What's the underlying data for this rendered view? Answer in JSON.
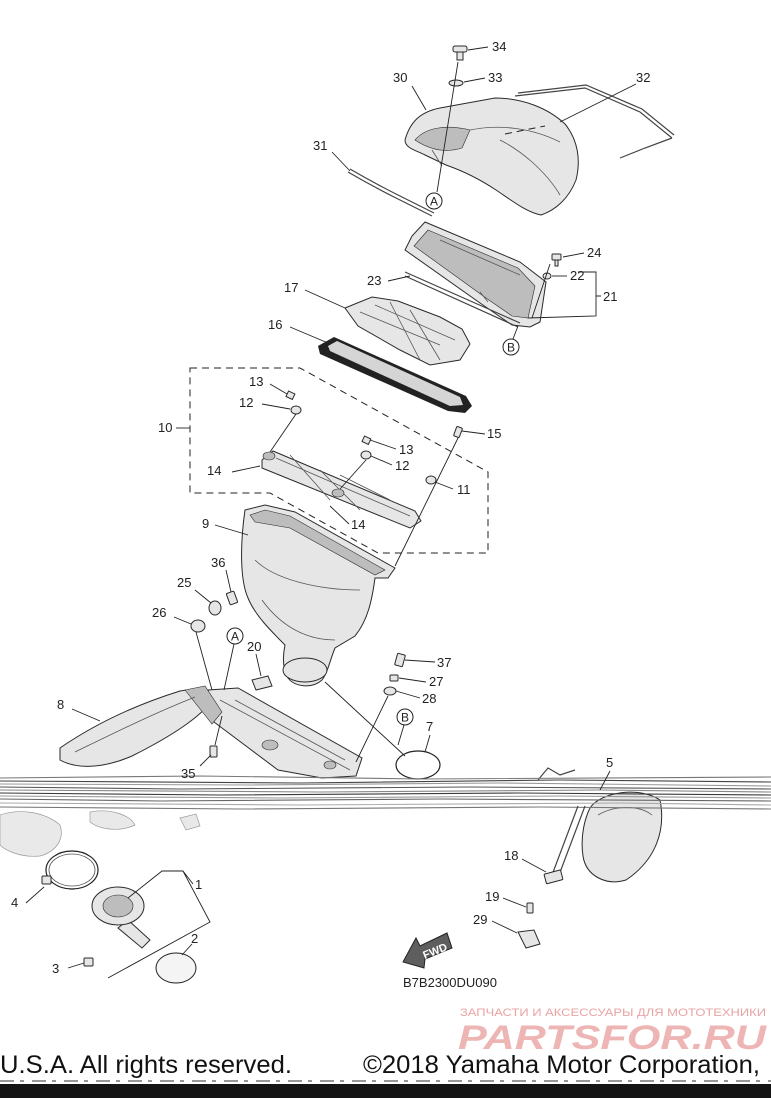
{
  "diagram": {
    "callouts": [
      "34",
      "33",
      "30",
      "32",
      "31",
      "24",
      "22",
      "21",
      "23",
      "17",
      "16",
      "13",
      "12",
      "10",
      "13",
      "12",
      "15",
      "11",
      "14",
      "14",
      "9",
      "36",
      "25",
      "26",
      "20",
      "37",
      "27",
      "28",
      "8",
      "7",
      "35",
      "5",
      "18",
      "1",
      "4",
      "19",
      "2",
      "29",
      "3"
    ],
    "refs": [
      "A",
      "B",
      "A",
      "B"
    ],
    "direction_label": "FWD",
    "diagram_code": "B7B2300DU090"
  },
  "watermark": {
    "tagline": "ЗАПЧАСТИ И АКСЕССУАРЫ ДЛЯ МОТОТЕХНИКИ",
    "logo_text": "PARTSFOR.RU"
  },
  "footer": {
    "rights": "U.S.A. All rights reserved.",
    "copyright": "©2018 Yamaha Motor Corporation,"
  },
  "colors": {
    "part_fill": "#e6e6e6",
    "part_shade": "#bdbdbd",
    "outline": "#2a2a2a",
    "watermark": "#eaa3a3"
  }
}
